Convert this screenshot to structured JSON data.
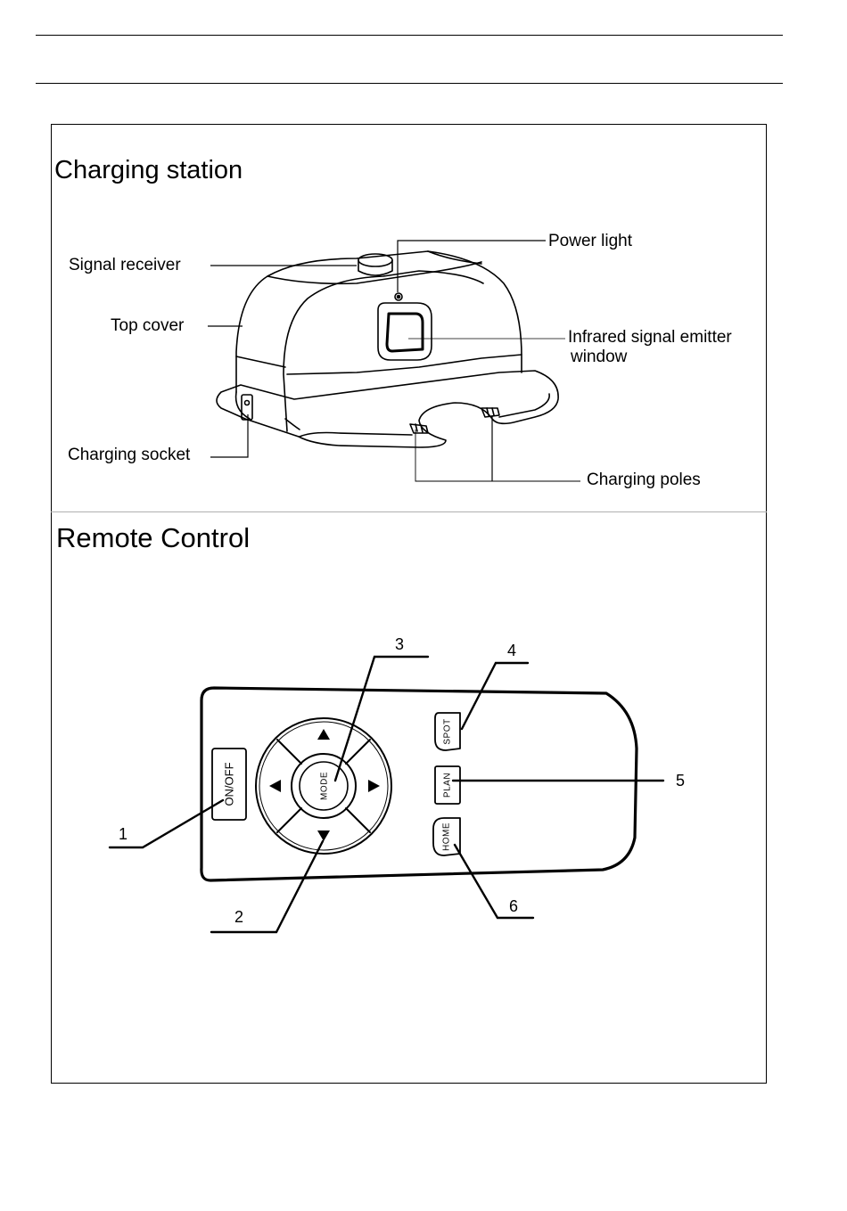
{
  "charging_station": {
    "title": "Charging station",
    "labels": {
      "signal_receiver": "Signal receiver",
      "top_cover": "Top cover",
      "charging_socket": "Charging socket",
      "power_light": "Power light",
      "infrared_line1": "Infrared signal emitter",
      "infrared_line2": "window",
      "charging_poles": "Charging poles"
    }
  },
  "remote_control": {
    "title": "Remote Control",
    "buttons": {
      "on_off": "ON/OFF",
      "mode": "MODE",
      "spot": "SPOT",
      "plan": "PLAN",
      "home": "HOME"
    },
    "callouts": [
      "1",
      "2",
      "3",
      "4",
      "5",
      "6"
    ]
  }
}
